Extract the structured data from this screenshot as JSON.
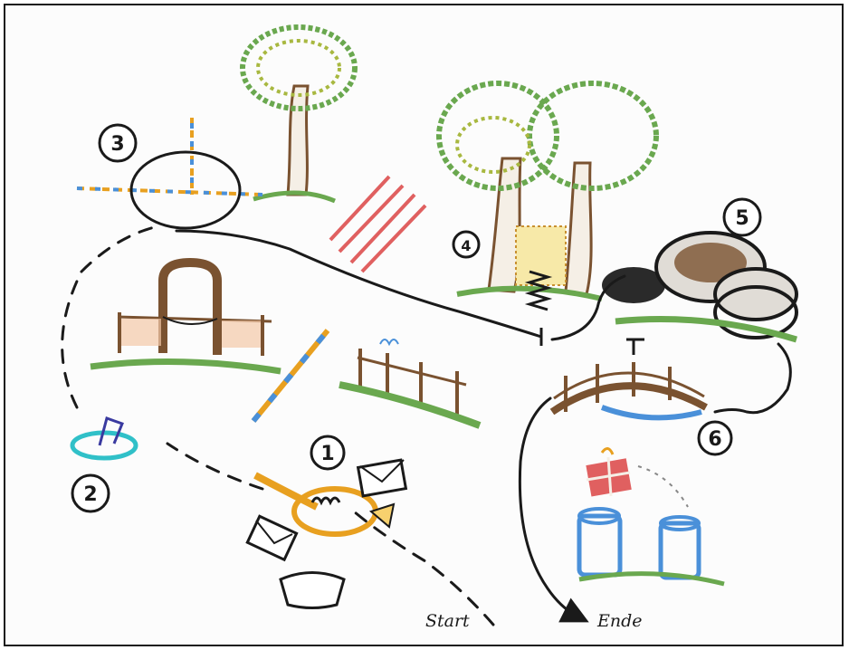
{
  "stations": [
    {
      "number": "1",
      "kind": "post-horn-with-letters"
    },
    {
      "number": "2",
      "kind": "sundial"
    },
    {
      "number": "3",
      "kind": "compass-cross"
    },
    {
      "number": "4",
      "kind": "spring-climbing-net"
    },
    {
      "number": "5",
      "kind": "tire-obstacle"
    },
    {
      "number": "6",
      "kind": "bridge-over-stream"
    }
  ],
  "path_labels": {
    "start": "Start",
    "end": "Ende"
  },
  "colors": {
    "ink": "#1a1a1a",
    "tree_green": "#6aa84f",
    "trunk_brown": "#7a5230",
    "red": "#e06060",
    "blue": "#4a90d9",
    "orange": "#e8a020",
    "cyan": "#30c0c8"
  }
}
